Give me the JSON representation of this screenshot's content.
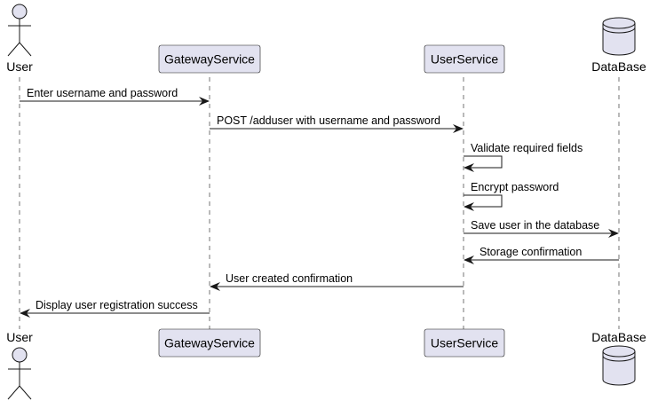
{
  "participants": [
    {
      "id": "user",
      "name": "User",
      "kind": "actor"
    },
    {
      "id": "gateway",
      "name": "GatewayService",
      "kind": "box"
    },
    {
      "id": "userservice",
      "name": "UserService",
      "kind": "box"
    },
    {
      "id": "database",
      "name": "DataBase",
      "kind": "database"
    }
  ],
  "messages": [
    {
      "from": "user",
      "to": "gateway",
      "label": "Enter username and password"
    },
    {
      "from": "gateway",
      "to": "userservice",
      "label": "POST /adduser with username and password"
    },
    {
      "from": "userservice",
      "to": "userservice",
      "label": "Validate required fields"
    },
    {
      "from": "userservice",
      "to": "userservice",
      "label": "Encrypt password"
    },
    {
      "from": "userservice",
      "to": "database",
      "label": "Save user in the database"
    },
    {
      "from": "database",
      "to": "userservice",
      "label": "Storage confirmation"
    },
    {
      "from": "userservice",
      "to": "gateway",
      "label": "User created confirmation"
    },
    {
      "from": "gateway",
      "to": "user",
      "label": "Display user registration success"
    }
  ],
  "colors": {
    "participant_fill": "#e2e2f0",
    "participant_stroke": "#181818",
    "lifeline": "#181818",
    "arrow": "#181818"
  }
}
